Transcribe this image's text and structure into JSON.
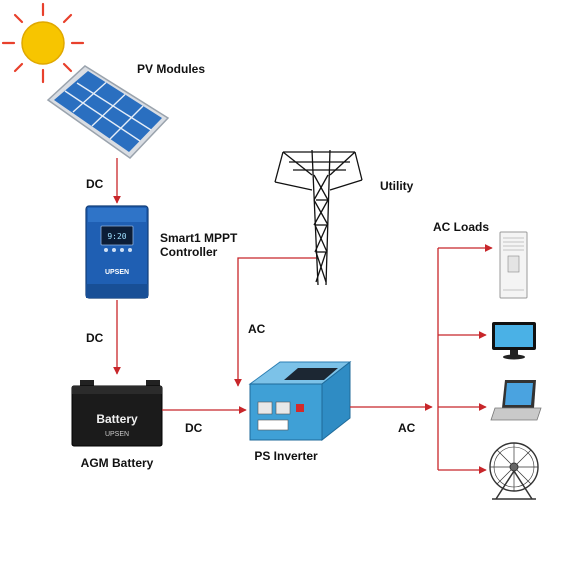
{
  "components": {
    "pv_modules": {
      "label": "PV Modules"
    },
    "controller": {
      "label_line1": "Smart1 MPPT",
      "label_line2": "Controller",
      "screen_text": "9:20",
      "brand": "UPSEN"
    },
    "battery": {
      "label": "AGM Battery",
      "body_text": "Battery",
      "brand": "UPSEN"
    },
    "inverter": {
      "label": "PS Inverter"
    },
    "utility": {
      "label": "Utility"
    },
    "ac_loads": {
      "label": "AC Loads"
    }
  },
  "connections": {
    "pv_to_controller": "DC",
    "controller_to_battery": "DC",
    "battery_to_inverter": "DC",
    "utility_to_inverter": "AC",
    "inverter_to_loads": "AC"
  },
  "icons": [
    "sun-icon",
    "solar-panel-icon",
    "mppt-controller-icon",
    "battery-icon",
    "inverter-icon",
    "power-tower-icon",
    "air-conditioner-icon",
    "monitor-icon",
    "laptop-icon",
    "fan-icon"
  ],
  "colors": {
    "wire": "#c8262a",
    "sun": "#f7c500",
    "panel": "#1d5fae",
    "controller": "#1f5fb3",
    "inverter": "#3fa0d6",
    "battery": "#1b1b1b"
  }
}
